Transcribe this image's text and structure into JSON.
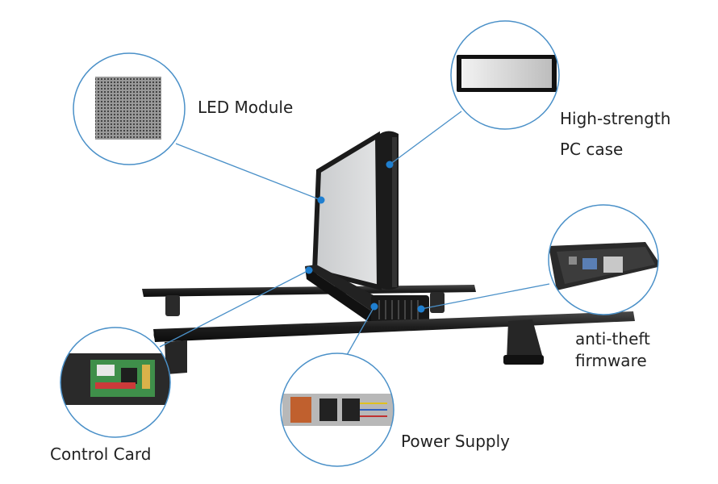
{
  "colors": {
    "accent": "#1f7fd0",
    "callout_ring": "#4a90c8",
    "panel_face": "#d4d6d8",
    "frame_black": "#1b1b1b",
    "label_text": "#222222"
  },
  "callouts": {
    "led_module": {
      "label": "LED Module"
    },
    "pc_case": {
      "label_line1": "High-strength",
      "label_line2": "PC case"
    },
    "anti_theft": {
      "label_line1": "anti-theft",
      "label_line2": "firmware"
    },
    "control_card": {
      "label": "Control Card"
    },
    "power_supply": {
      "label": "Power Supply"
    }
  }
}
